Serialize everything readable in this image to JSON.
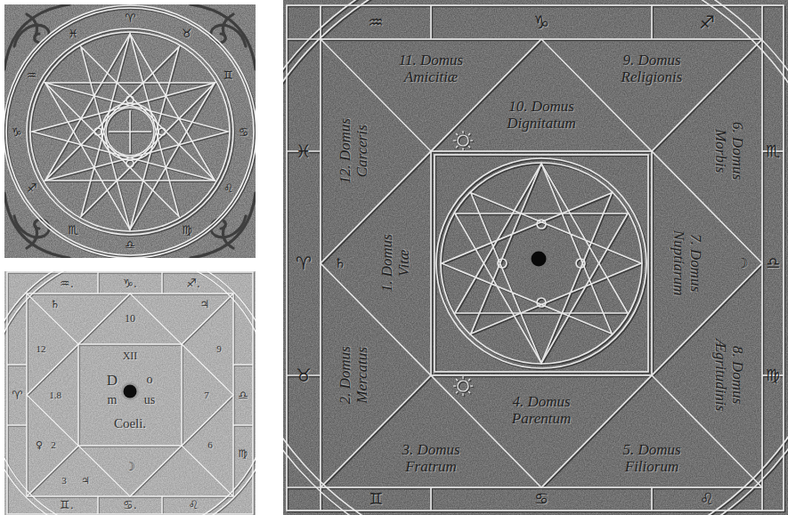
{
  "diagram": {
    "nodes": [
      {
        "text": [
          "XII",
          "D",
          "o",
          "m",
          "us",
          "Coeli."
        ]
      },
      {
        "text": [
          "11. Domus Amicitiæ"
        ]
      },
      {
        "text": [
          "10. Domus Dignitatum"
        ]
      },
      {
        "text": [
          "9. Domus Religionis"
        ]
      },
      {
        "text": [
          "12. Domus Carceris"
        ]
      },
      {
        "text": [
          "6. Domus Morbis"
        ]
      },
      {
        "text": [
          "1. Domus Vitæ"
        ]
      },
      {
        "text": [
          "7. Domus Nuptiarum"
        ]
      },
      {
        "text": [
          "2. Domus Mercatus"
        ]
      },
      {
        "text": [
          "8. Domus Ægritudinis"
        ]
      },
      {
        "text": [
          "3. Domus Fratrum"
        ]
      },
      {
        "text": [
          "4. Domus Parentum"
        ]
      },
      {
        "text": [
          "5. Domus Filiorum"
        ]
      }
    ],
    "labels": [
      "♈",
      "♉",
      "♊",
      "♋",
      "♌",
      "♍",
      "♎",
      "♏",
      "♐",
      "♑",
      "♒",
      "♓",
      "♒.",
      "♑.",
      "♐.",
      "♈",
      "♎",
      "♍",
      "♊.",
      "♋.",
      "♌",
      "♄",
      "10",
      "♃",
      "12",
      "9",
      "1.8",
      "7",
      "♀",
      "2",
      "6",
      "3",
      "♃",
      "☽",
      "♒",
      "♑",
      "♐",
      "♓",
      "♈",
      "♉",
      "♊",
      "♋",
      "♌",
      "♏",
      "♎",
      "♍",
      "♄",
      "☽"
    ]
  }
}
